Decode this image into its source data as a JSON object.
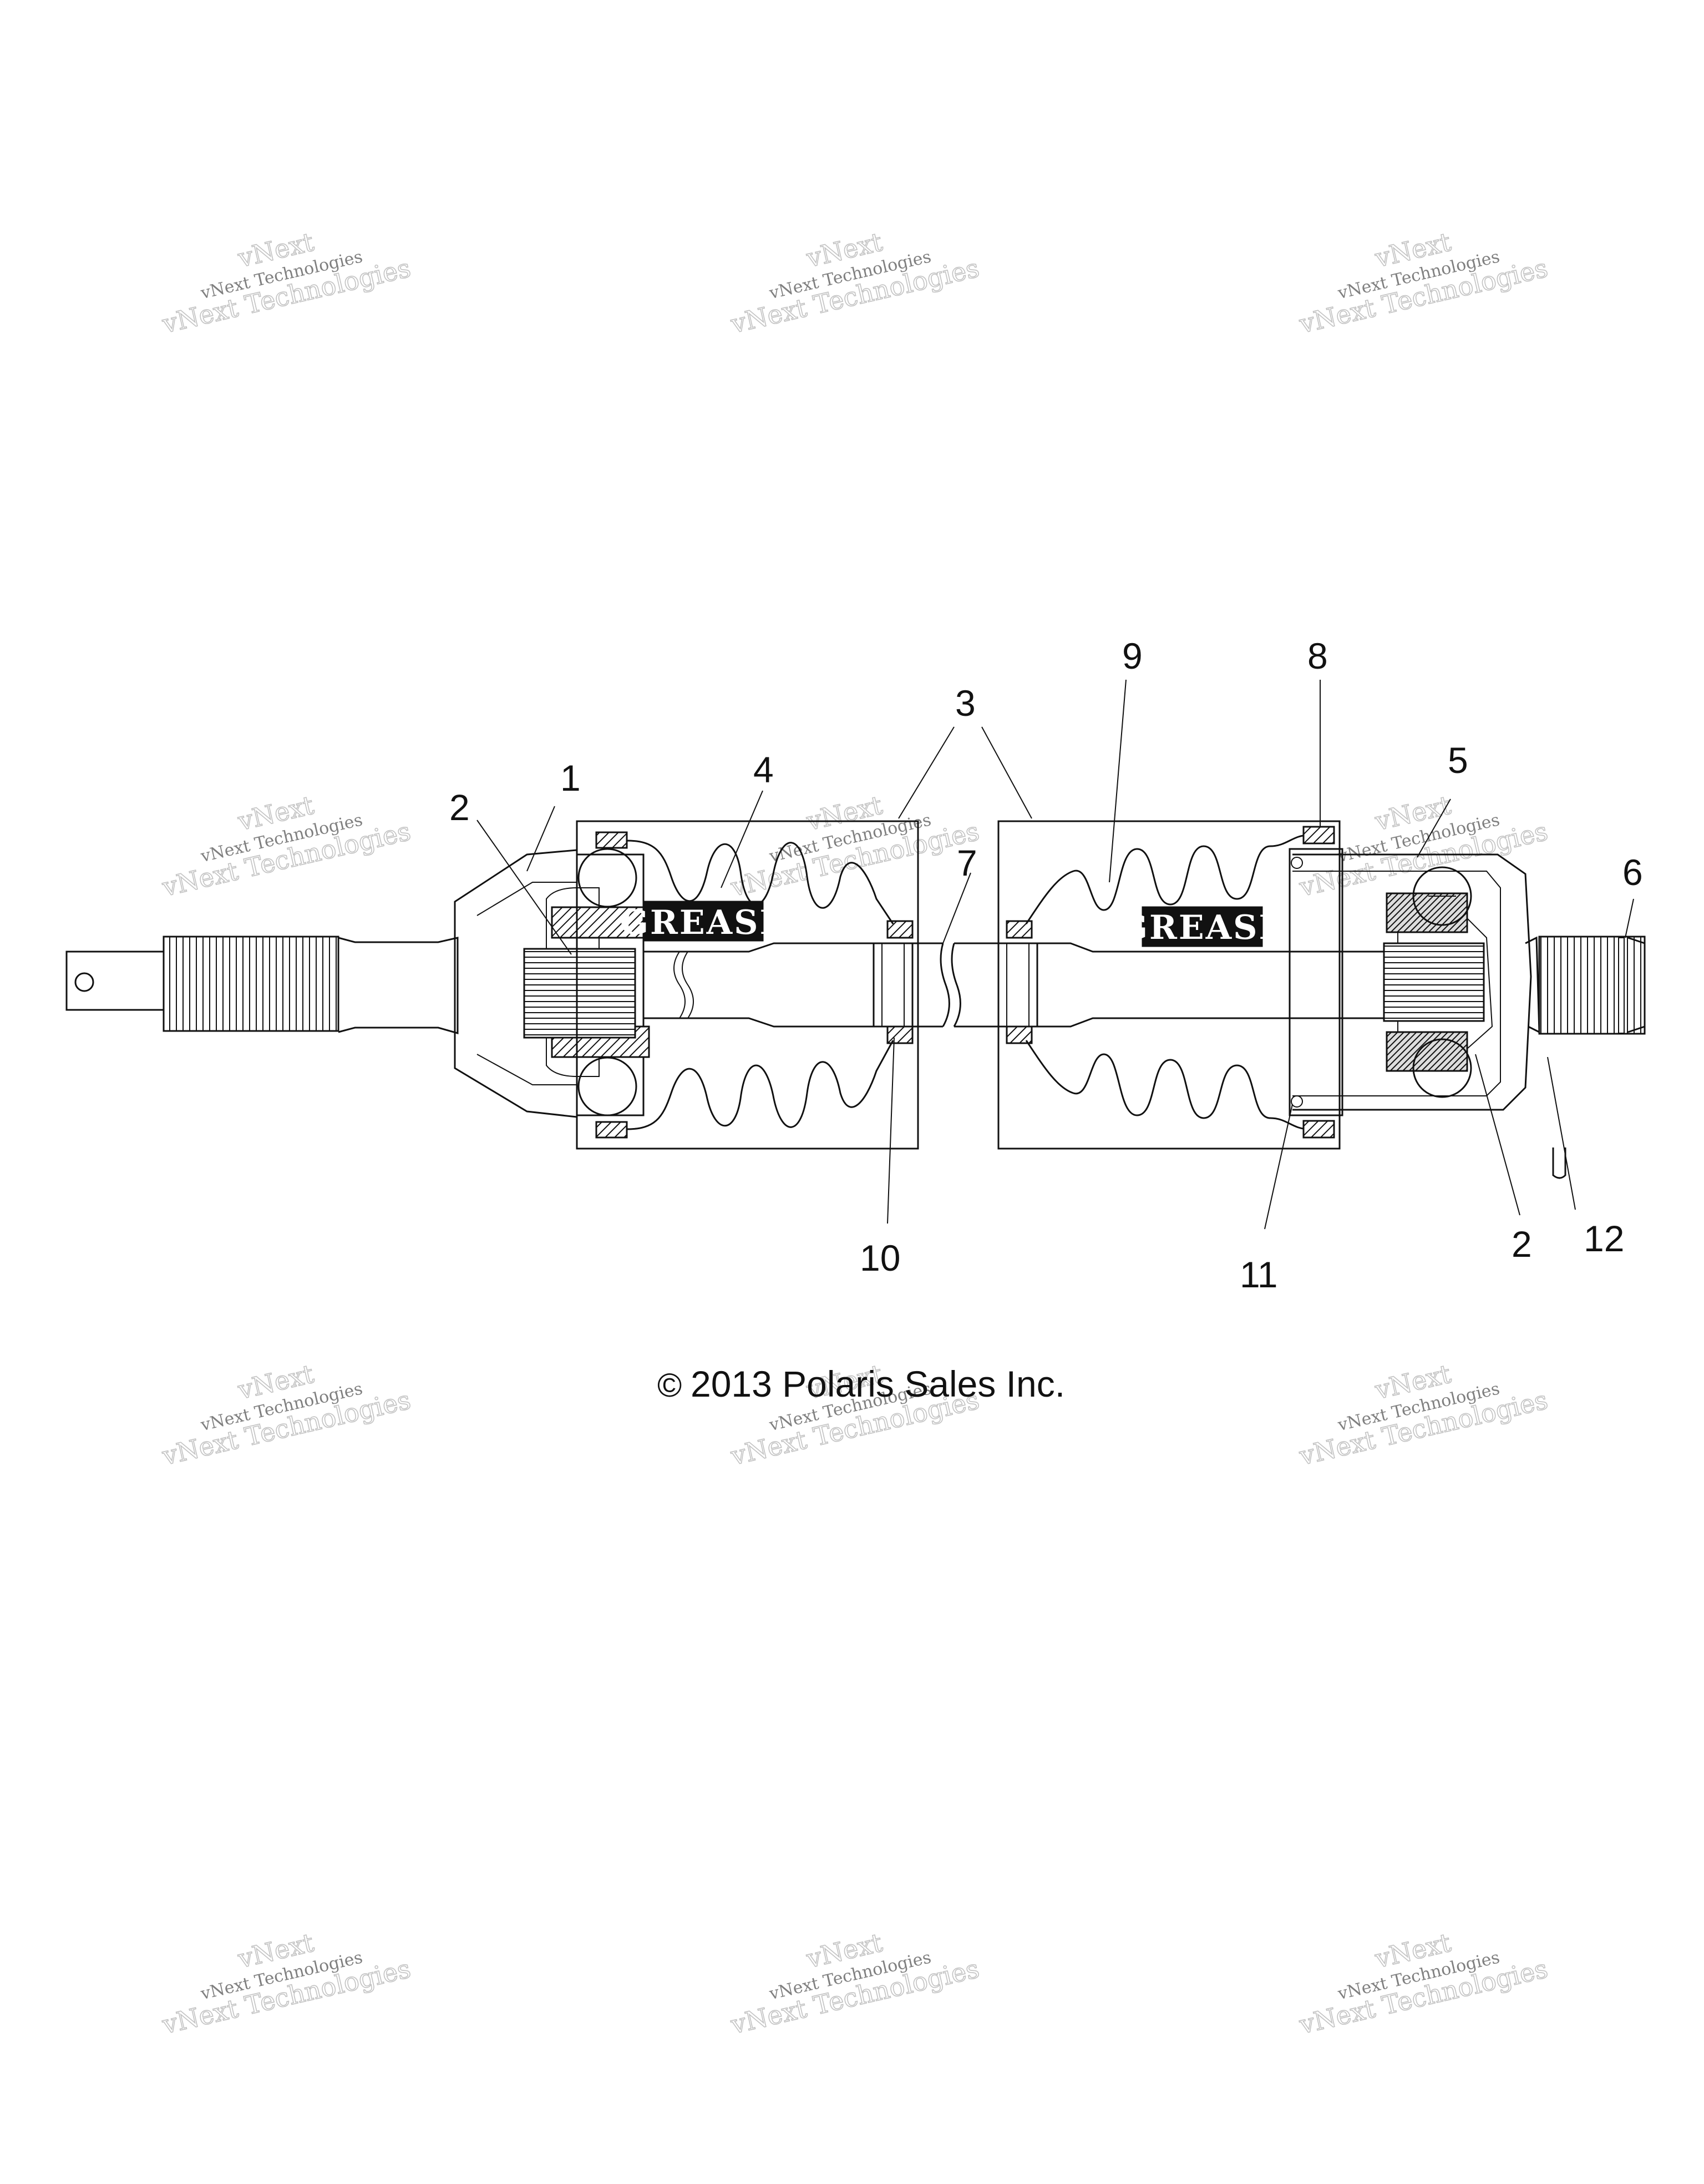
{
  "callouts": [
    {
      "id": "1",
      "text": "1"
    },
    {
      "id": "2a",
      "text": "2"
    },
    {
      "id": "2b",
      "text": "2"
    },
    {
      "id": "3",
      "text": "3"
    },
    {
      "id": "4",
      "text": "4"
    },
    {
      "id": "5",
      "text": "5"
    },
    {
      "id": "6",
      "text": "6"
    },
    {
      "id": "7",
      "text": "7"
    },
    {
      "id": "8",
      "text": "8"
    },
    {
      "id": "9",
      "text": "9"
    },
    {
      "id": "10",
      "text": "10"
    },
    {
      "id": "11",
      "text": "11"
    },
    {
      "id": "12",
      "text": "12"
    }
  ],
  "grease_labels": [
    "GREASE",
    "GREASE"
  ],
  "copyright": "2013 Polaris Sales Inc.",
  "copyright_symbol": "©",
  "watermark": {
    "line1": "vNext Technologies",
    "line2": "vNext Technologies",
    "line3": "vNext"
  }
}
